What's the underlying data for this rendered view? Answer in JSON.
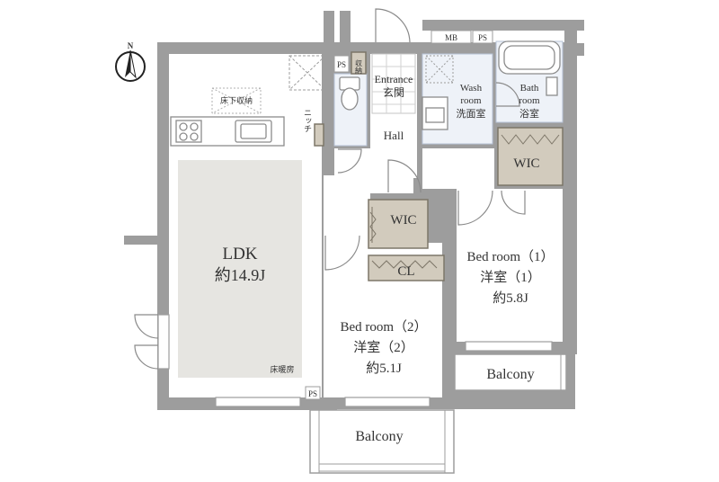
{
  "compass": {
    "north_label": "N"
  },
  "rooms": {
    "ldk": {
      "name": "LDK",
      "size": "約14.9J",
      "floor_heating": "床暖房"
    },
    "bedroom1": {
      "name_en": "Bed room（1）",
      "name_ja": "洋室（1）",
      "size": "約5.8J"
    },
    "bedroom2": {
      "name_en": "Bed room（2）",
      "name_ja": "洋室（2）",
      "size": "約5.1J"
    },
    "entrance": {
      "name_en": "Entrance",
      "name_ja": "玄関"
    },
    "hall": {
      "name": "Hall"
    },
    "washroom": {
      "name_en_1": "Wash",
      "name_en_2": "room",
      "name_ja": "洗面室"
    },
    "bathroom": {
      "name_en_1": "Bath",
      "name_en_2": "room",
      "name_ja": "浴室"
    },
    "wic_a": {
      "name": "WIC"
    },
    "wic_b": {
      "name": "WIC"
    },
    "closet": {
      "name": "CL"
    },
    "balcony_south": {
      "name": "Balcony"
    },
    "balcony_east": {
      "name": "Balcony"
    }
  },
  "tags": {
    "ps_top": "PS",
    "ps_bottom": "PS",
    "ps_entrance": "PS",
    "mb": "MB",
    "storage": "収納",
    "niche": "ニッチ",
    "underfloor_storage": "床下収納"
  }
}
